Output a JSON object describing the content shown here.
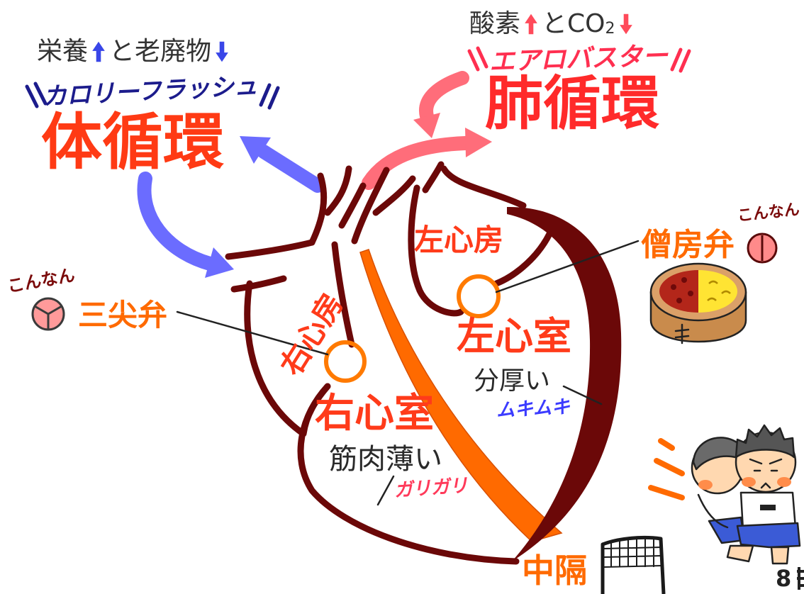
{
  "systemic": {
    "caption_nutrients": "栄養",
    "caption_waste": "と老廃物",
    "nickname": "カロリーフラッシュ",
    "title": "体循環"
  },
  "pulmonary": {
    "caption_oxygen": "酸素",
    "caption_co2": "とCO",
    "caption_co2_subscript": "2",
    "nickname": "エアロバスター",
    "title": "肺循環"
  },
  "chambers": {
    "left_atrium": "左心房",
    "left_ventricle": "左心室",
    "right_atrium": "右心房",
    "right_ventricle": "右心室"
  },
  "valves": {
    "mitral": {
      "label": "僧房弁",
      "note": "こんなん",
      "icon": "bicuspid-valve-icon"
    },
    "tricuspid": {
      "label": "三尖弁",
      "note": "こんなん",
      "icon": "tricuspid-valve-icon"
    }
  },
  "walls": {
    "left_ventricle_note": "分厚い",
    "left_ventricle_slang": "ムキムキ",
    "right_ventricle_note": "筋肉薄い",
    "right_ventricle_slang": "ガリガリ",
    "septum": "中隔"
  },
  "page_number": "8",
  "colors": {
    "heart": "#6b0808",
    "chamber_label": "#ff3b1a",
    "valve_label": "#ff6a00",
    "septum": "#ff6a00",
    "systemic_arrow": "#6b6cff",
    "pulmonary_arrow": "#ff6d7a",
    "caption_up_down_systemic": "#3946e8",
    "caption_up_down_pulmonary": "#ff4a5a",
    "systemic_nickname": "#1c1c8c",
    "pulmonary_nickname": "#ff2f50"
  }
}
